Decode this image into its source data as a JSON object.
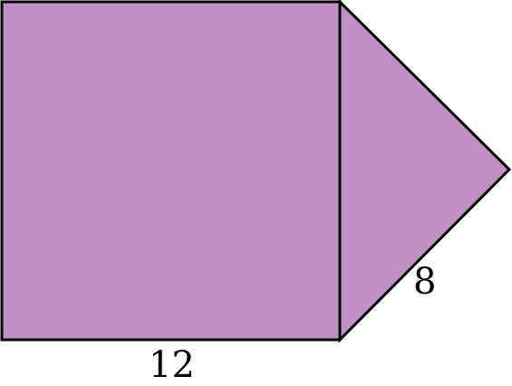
{
  "figure": {
    "fill_color": "#c090c4",
    "stroke_color": "#000000",
    "shapes": [
      "square",
      "right-isosceles-triangle"
    ],
    "labels": {
      "square_side": "12",
      "triangle_leg": "8"
    }
  }
}
